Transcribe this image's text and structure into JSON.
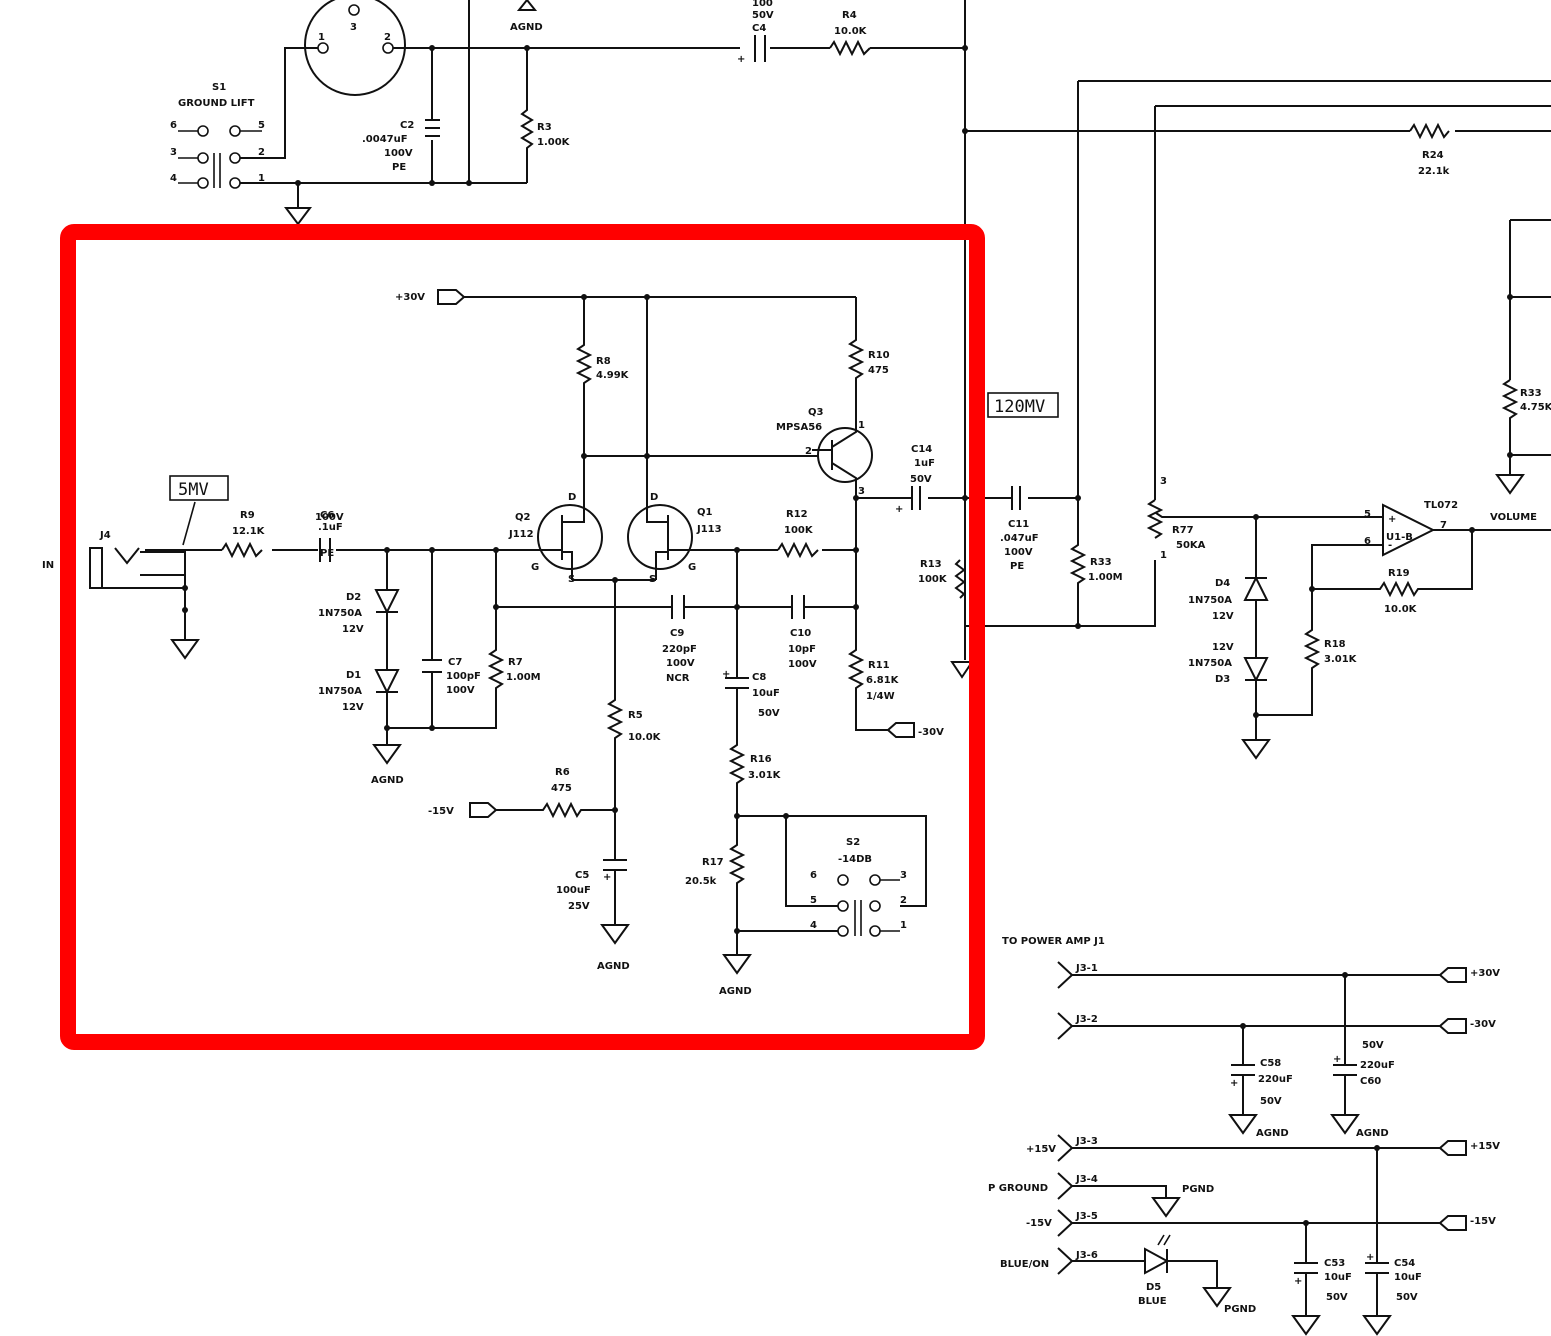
{
  "labels": {
    "s1": "S1",
    "ground_lift": "GROUND LIFT",
    "c2_name": "C2",
    "c2_val1": ".0047uF",
    "c2_val2": "100V",
    "c2_val3": "PE",
    "r3_name": "R3",
    "r3_val": "1.00K",
    "agnd_top": "AGND",
    "c4_v1": "100",
    "c4_v2": "50V",
    "c4_name": "C4",
    "r4_name": "R4",
    "r4_val": "10.0K",
    "r24_name": "R24",
    "r24_val": "22.1k",
    "tag_5mv": "5MV",
    "tag_120mv": "120MV",
    "plus30": "+30V",
    "r8_name": "R8",
    "r8_val": "4.99K",
    "r10_name": "R10",
    "r10_val": "475",
    "q3_name": "Q3",
    "q3_part": "MPSA56",
    "c14_name": "C14",
    "c14_v1": "1uF",
    "c14_v2": "50V",
    "j4": "J4",
    "in": "IN",
    "r9_name": "R9",
    "r9_val": "12.1K",
    "c6_name": "C6",
    "c6_v1": ".1uF",
    "c6_v2": "100V",
    "c6_v3": "PE",
    "q2_name": "Q2",
    "q2_part": "J112",
    "q1_name": "Q1",
    "q1_part": "J113",
    "r12_name": "R12",
    "r12_val": "100K",
    "r13_name": "R13",
    "r13_val": "100K",
    "c11_name": "C11",
    "c11_v1": ".047uF",
    "c11_v2": "100V",
    "c11_v3": "PE",
    "r33b_name": "R33",
    "r33b_val": "1.00M",
    "d2_name": "D2",
    "d2_part": "1N750A",
    "d2_v": "12V",
    "d1_name": "D1",
    "d1_part": "1N750A",
    "d1_v": "12V",
    "c7_name": "C7",
    "c7_v1": "100pF",
    "c7_v2": "100V",
    "r7_name": "R7",
    "r7_val": "1.00M",
    "c9_name": "C9",
    "c9_v1": "220pF",
    "c9_v2": "100V",
    "c9_v3": "NCR",
    "c10_name": "C10",
    "c10_v1": "10pF",
    "c10_v2": "100V",
    "r11_name": "R11",
    "r11_v1": "6.81K",
    "r11_v2": "1/4W",
    "minus30": "-30V",
    "c8_name": "C8",
    "c8_v1": "10uF",
    "c8_v2": "50V",
    "agnd_mid": "AGND",
    "r5_name": "R5",
    "r5_val": "10.0K",
    "r16_name": "R16",
    "r16_val": "3.01K",
    "r6_name": "R6",
    "r6_val": "475",
    "minus15": "-15V",
    "s2_name": "S2",
    "s2_val": "-14DB",
    "r17_name": "R17",
    "r17_val": "20.5k",
    "c5_name": "C5",
    "c5_v1": "100uF",
    "c5_v2": "25V",
    "agnd_c5": "AGND",
    "agnd_r17": "AGND",
    "r77_name": "R77",
    "r77_val": "50KA",
    "tl072": "TL072",
    "u1b": "U1-B",
    "volume": "VOLUME",
    "d4_name": "D4",
    "d4_part": "1N750A",
    "d4_v": "12V",
    "d3_v": "12V",
    "d3_part": "1N750A",
    "d3_name": "D3",
    "r19_name": "R19",
    "r19_val": "10.0K",
    "r18_name": "R18",
    "r18_val": "3.01K",
    "r33_name": "R33",
    "r33_val": "4.75K",
    "to_power_amp": "TO POWER AMP J1",
    "j3_1": "J3-1",
    "j3_2": "J3-2",
    "j3_3": "J3-3",
    "j3_4": "J3-4",
    "j3_5": "J3-5",
    "j3_6": "J3-6",
    "out_plus30": "+30V",
    "out_minus30": "-30V",
    "c58_name": "C58",
    "c58_v1": "220uF",
    "c58_v2": "50V",
    "c60_v0": "50V",
    "c60_v1": "220uF",
    "c60_name": "C60",
    "agnd_c58": "AGND",
    "agnd_c60": "AGND",
    "plus15_l": "+15V",
    "plus15_r": "+15V",
    "p_ground": "P GROUND",
    "pgnd1": "PGND",
    "minus15_l": "-15V",
    "minus15_r": "-15V",
    "blue_on": "BLUE/ON",
    "d5_name": "D5",
    "d5_col": "BLUE",
    "pgnd2": "PGND",
    "c53_name": "C53",
    "c53_v1": "10uF",
    "c53_v2": "50V",
    "c54_name": "C54",
    "c54_v1": "10uF",
    "c54_v2": "50V",
    "pin1": "1",
    "pin2": "2",
    "pin3": "3",
    "s_pin6": "6",
    "s_pin5": "5",
    "s_pin3": "3",
    "s_pin2": "2",
    "s_pin4": "4",
    "s_pin1": "1",
    "g": "G",
    "s": "S",
    "d": "D"
  }
}
